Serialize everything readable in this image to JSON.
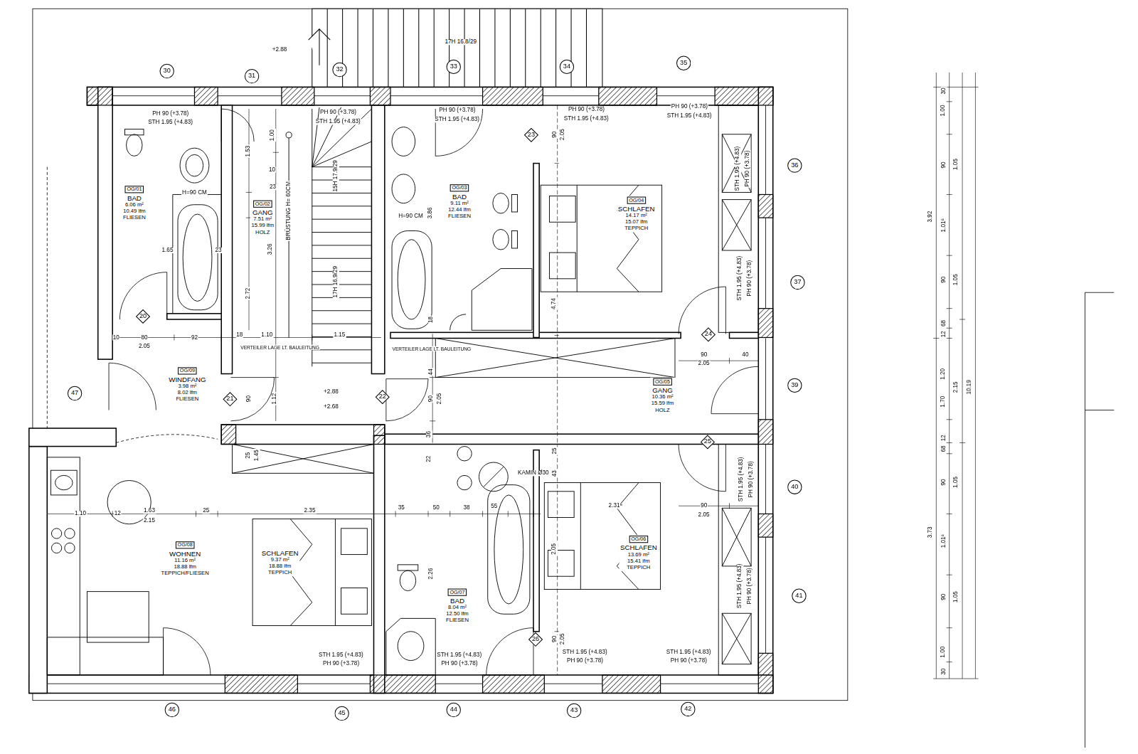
{
  "diagram": {
    "nodes": [
      {
        "text": [
          "OG/01",
          "BAD",
          "6.06 m²",
          "10.49 lfm",
          "FLIESEN"
        ]
      },
      {
        "text": [
          "OG/02",
          "GANG",
          "7.51 m²",
          "15.99 lfm",
          "HOLZ"
        ]
      },
      {
        "text": [
          "OG/03",
          "BAD",
          "9.11 m²",
          "12.44 lfm",
          "FLIESEN"
        ]
      },
      {
        "text": [
          "OG/04",
          "SCHLAFEN",
          "14.17 m²",
          "15.07 lfm",
          "TEPPICH"
        ]
      },
      {
        "text": [
          "OG/09",
          "WINDFANG",
          "3.98 m²",
          "8.02 lfm",
          "FLIESEN"
        ]
      },
      {
        "text": [
          "OG/05",
          "GANG",
          "10.36 m²",
          "15.59 lfm",
          "HOLZ"
        ]
      },
      {
        "text": [
          "OG/08",
          "WOHNEN",
          "11.16 m²",
          "18.88 lfm",
          "TEPPICH/FLIESEN"
        ]
      },
      {
        "text": [
          "SCHLAFEN",
          "9.37 m²",
          "18.88 lfm",
          "TEPPICH"
        ]
      },
      {
        "text": [
          "OG/07",
          "BAD",
          "8.04 m²",
          "12.50 lfm",
          "FLIESEN"
        ]
      },
      {
        "text": [
          "OG/06",
          "SCHLAFEN",
          "13.69 m²",
          "15.41 lfm",
          "TEPPICH"
        ]
      }
    ],
    "labels": [
      "17H 16.8/29",
      "+2.88",
      "30",
      "31",
      "32",
      "33",
      "34",
      "35",
      "36",
      "37",
      "39",
      "40",
      "41",
      "46",
      "45",
      "44",
      "43",
      "42",
      "47",
      "20",
      "21",
      "22",
      "23",
      "24",
      "25",
      "26",
      "PH 90 (+3.78)",
      "STH 1.95 (+4.83)",
      "PH 90 (+3.78)",
      "STH 1.95 (+4.83)",
      "PH 90 (+3.78)",
      "STH 1.95 (+4.83)",
      "PH 90 (+3.78)",
      "STH 1.95 (+4.83)",
      "PH 90 (+3.78)",
      "STH 1.95 (+4.83)",
      "STH 1.95 (+4.83)",
      "PH 90 (+3.78)",
      "STH 1.95 (+4.83)",
      "PH 90 (+3.78)",
      "STH 1.95 (+4.83)",
      "PH 90 (+3.78)",
      "STH 1.95 (+4.83)",
      "PH 90 (+3.78)",
      "STH 1.95 (+4.83)",
      "PH 90 (+3.78)",
      "STH 1.95 (+4.83)",
      "PH 90 (+3.78)",
      "STH 1.95 (+4.83)",
      "PH 90 (+3.78)",
      "STH 1.95 (+4.83)",
      "PH 90 (+3.78)",
      "H=90 CM",
      "1.65",
      "23",
      "1.53",
      "1.00",
      "10",
      "23",
      "2.72",
      "3.26",
      "BRÜSTUNG H= 60CM",
      "15H 17.9/29",
      "17H 16.9/29",
      "10",
      "80",
      "92",
      "18",
      "1.10",
      "1.15",
      "2.05",
      "VERTEILER LAGE LT. BAULEITUNG",
      "VERTEILER LAGE LT. BAULEITUNG",
      "H=90 CM",
      "3.86",
      "18",
      "90",
      "2.05",
      "4.74",
      "90",
      "40",
      "2.05",
      "90",
      "1.12",
      "+2.88",
      "+2.68",
      "44",
      "90",
      "2.05",
      "25",
      "1.45",
      "36",
      "22",
      "KAMIN Ø30",
      "25",
      "43",
      "1.10",
      "12",
      "1.63",
      "2.15",
      "25",
      "2.35",
      "35",
      "50",
      "38",
      "55",
      "2.31⁸",
      "90",
      "2.05",
      "2.26",
      "2.05",
      "90",
      "2.05",
      "30",
      "1.00",
      "90",
      "1.01⁸",
      "90",
      "68",
      "12",
      "1.70",
      "12",
      "68",
      "90",
      "1.01⁸",
      "90",
      "1.00",
      "30",
      "1.05",
      "1.05",
      "1.20",
      "1.05",
      "1.05",
      "3.92",
      "3.73",
      "2.15",
      "10.19"
    ]
  }
}
